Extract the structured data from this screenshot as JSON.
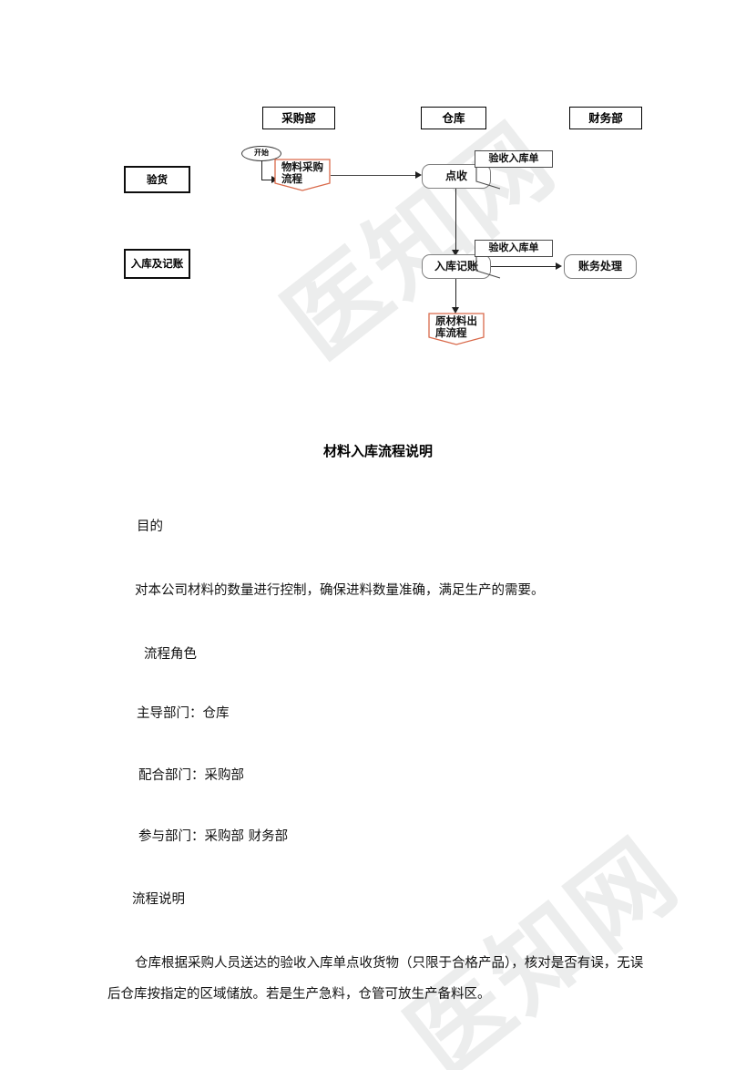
{
  "watermark": {
    "main_text": "医知网",
    "bottom_text": "医知网"
  },
  "flowchart": {
    "departments": [
      {
        "label": "采购部"
      },
      {
        "label": "仓库"
      },
      {
        "label": "财务部"
      }
    ],
    "stages": [
      {
        "label": "验货"
      },
      {
        "label": "入库及记账"
      }
    ],
    "nodes": {
      "start": "开始",
      "material_purchase": "物料采购流程",
      "material_purchase_line1": "物料采购",
      "material_purchase_line2": "流程",
      "receive": "点收",
      "stock_in_record": "入库记账",
      "accounting": "账务处理",
      "raw_material_out": "原材料出库流程",
      "raw_material_out_line1": "原材料出",
      "raw_material_out_line2": "库流程"
    },
    "documents": [
      {
        "label": "验收入库单"
      },
      {
        "label": "验收入库单"
      }
    ],
    "colors": {
      "subprocess_border": "#d9694a",
      "process_border": "#808080",
      "connector": "#4a4a4a",
      "box_border": "#000000"
    }
  },
  "document": {
    "title": "材料入库流程说明",
    "sections": [
      {
        "heading": "目的"
      },
      {
        "body": "对本公司材料的数量进行控制，确保进料数量准确，满足生产的需要。"
      },
      {
        "heading": "流程角色"
      },
      {
        "body": "主导部门：仓库"
      },
      {
        "body": "配合部门：采购部"
      },
      {
        "body": "参与部门：采购部 财务部"
      },
      {
        "heading": "流程说明"
      },
      {
        "body": "仓库根据采购人员送达的验收入库单点收货物（只限于合格产品），核对是否有误，无误后仓库按指定的区域储放。若是生产急料，仓管可放生产备料区。"
      }
    ],
    "purpose_heading": "目的",
    "purpose_text": "对本公司材料的数量进行控制，确保进料数量准确，满足生产的需要。",
    "roles_heading": "流程角色",
    "role_lead": "主导部门：仓库",
    "role_support": "配合部门：采购部",
    "role_participants": "参与部门：采购部 财务部",
    "desc_heading": "流程说明",
    "desc_text": "仓库根据采购人员送达的验收入库单点收货物（只限于合格产品），核对是否有误，无误后仓库按指定的区域储放。若是生产急料，仓管可放生产备料区。"
  }
}
